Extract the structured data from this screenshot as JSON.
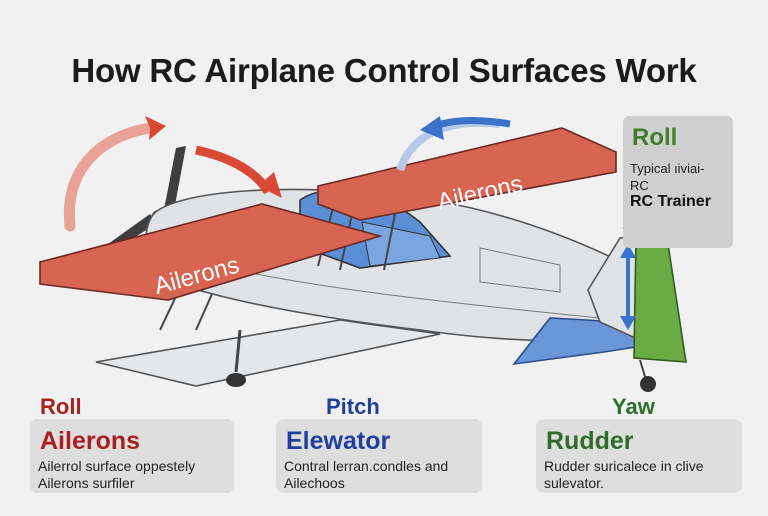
{
  "title": "How RC Airplane Control Surfaces Work",
  "wing_labels": {
    "lower": "Ailerons",
    "upper": "Ailerons"
  },
  "info_box": {
    "title": "Roll",
    "line1": "Typical ıiviai-",
    "line2": "RC",
    "line3": "RC Trainer"
  },
  "columns": [
    {
      "heading": "Roll",
      "card_title": "Ailerons",
      "desc_line1": "Ailerrol surface oppestely",
      "desc_line2": "Ailerons surfiler"
    },
    {
      "heading": "Pitch",
      "card_title": "Elewator",
      "desc_line1": "Contral lerran.condles and",
      "desc_line2": "Ailechoos"
    },
    {
      "heading": "Yaw",
      "card_title": "Rudder",
      "desc_line1": "Rudder suricalece in clive",
      "desc_line2": "sulevator."
    }
  ],
  "colors": {
    "aileron": "#d86452",
    "elevator": "#6a95d6",
    "rudder": "#6aab45",
    "roll": "#a82020",
    "pitch": "#1f3f9e",
    "yaw": "#2e6e2a",
    "arrow_red": "#d84a36",
    "arrow_blue": "#3a72cc",
    "arrow_green": "#5fae40"
  }
}
